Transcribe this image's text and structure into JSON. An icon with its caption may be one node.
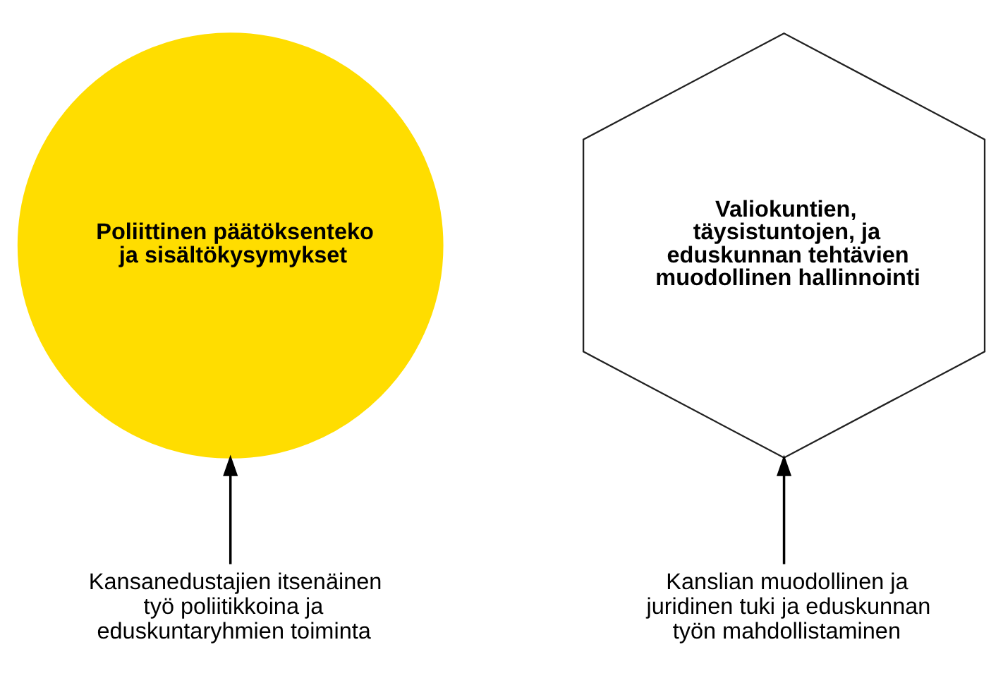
{
  "diagram": {
    "nodes": [
      {
        "text": [
          "Poliittinen päätöksenteko ja sisältökysymykset"
        ]
      },
      {
        "text": [
          "Valiokuntien, täysistuntojen, ja eduskunnan tehtävien muodollinen hallinnointi"
        ]
      },
      {
        "text": [
          "Kansanedustajien itsenäinen työ poliitikkoina ja eduskuntaryhmien toiminta"
        ]
      },
      {
        "text": [
          "Kanslian muodollinen ja juridinen tuki ja eduskunnan työn mahdollistaminen"
        ]
      }
    ],
    "edges": [
      {
        "from": 2,
        "to": 0,
        "arrow": "to"
      },
      {
        "from": 3,
        "to": 1,
        "arrow": "to"
      }
    ]
  }
}
